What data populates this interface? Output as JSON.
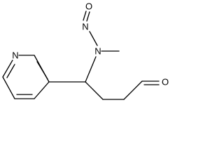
{
  "molecule": {
    "atom_labels": {
      "nitroso_oxygen": "O",
      "nitroso_nitrogen": "N",
      "amine_nitrogen": "N",
      "pyridine_nitrogen": "N",
      "aldehyde_oxygen": "O"
    },
    "colors": {
      "bond": "#000000",
      "label": "#000000",
      "background": "#ffffff"
    }
  }
}
